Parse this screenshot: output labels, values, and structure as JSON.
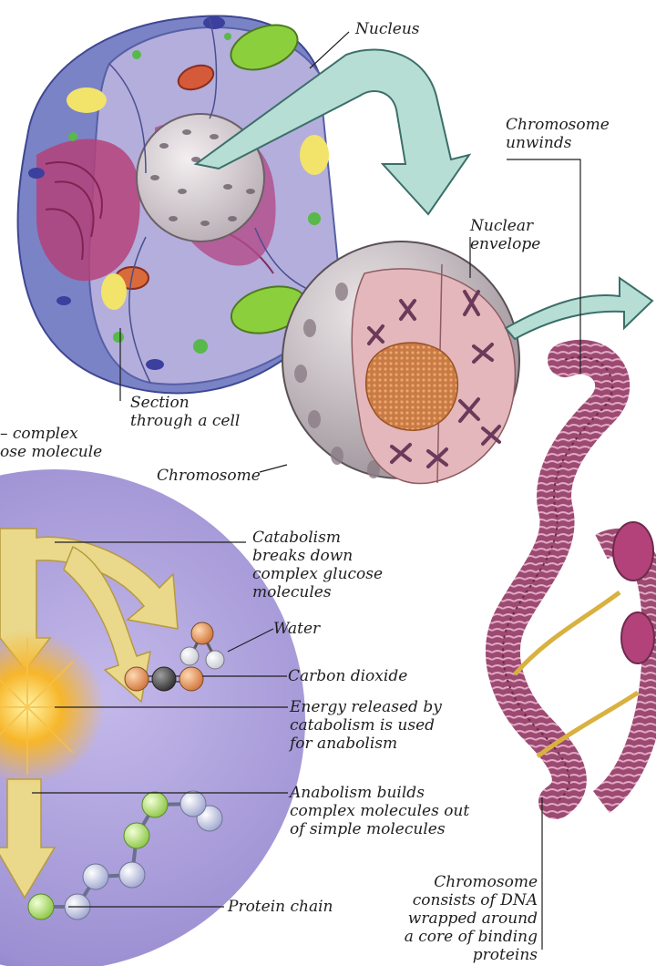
{
  "labels": {
    "nucleus": "Nucleus",
    "chromosome_unwinds": [
      "Chromosome",
      "unwinds"
    ],
    "nuclear_envelope": [
      "Nuclear",
      "envelope"
    ],
    "section_through_cell": [
      "Section",
      "through a cell"
    ],
    "complex_glucose_partial": [
      "– complex",
      "ose molecule"
    ],
    "chromosome": "Chromosome",
    "catabolism": [
      "Catabolism",
      "breaks down",
      "complex glucose",
      "molecules"
    ],
    "water": "Water",
    "carbon_dioxide": "Carbon dioxide",
    "energy": [
      "Energy released by",
      "catabolism is used",
      "for anabolism"
    ],
    "anabolism": [
      "Anabolism builds",
      "complex molecules out",
      "of simple molecules"
    ],
    "protein_chain": "Protein chain",
    "chromosome_dna": [
      "Chromosome",
      "consists of DNA",
      "wrapped around",
      "a core of binding",
      "proteins"
    ]
  },
  "colors": {
    "cytoplasm": "#7c84c4",
    "cell_section_face": "#b9b3dc",
    "golgi_magenta": "#b4427a",
    "mitochondria_green": "#8ccf3c",
    "nucleus_grey": "#d8d2d6",
    "nuclear_section": "#e6bcc0",
    "nucleolus_orange": "#d6884c",
    "process_circle": "#a497d6",
    "arrow_yellow": "#ecd98a",
    "dna_coil": "#a55277",
    "energy_burst": "#f4a51a"
  }
}
